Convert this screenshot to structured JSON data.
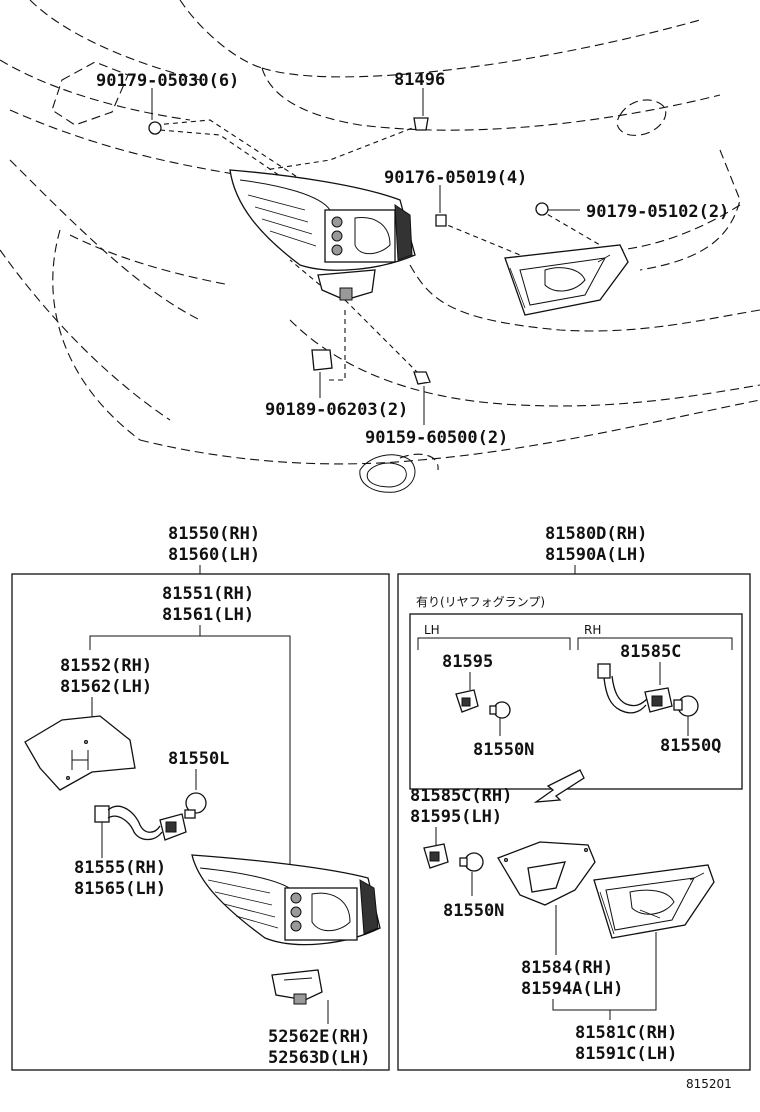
{
  "labels": {
    "p90179_05030": "90179-05030(6)",
    "p81496": "81496",
    "p90176_05019": "90176-05019(4)",
    "p90179_05102": "90179-05102(2)",
    "p90189_06203": "90189-06203(2)",
    "p90159_60500": "90159-60500(2)",
    "p81550": "81550(RH)",
    "p81560": "81560(LH)",
    "p81551": "81551(RH)",
    "p81561": "81561(LH)",
    "p81552": "81552(RH)",
    "p81562": "81562(LH)",
    "p81550L": "81550L",
    "p81555": "81555(RH)",
    "p81565": "81565(LH)",
    "p52562E": "52562E(RH)",
    "p52563D": "52563D(LH)",
    "p81580D": "81580D(RH)",
    "p81590A": "81590A(LH)",
    "fog_note": "有り(リヤフォグランプ)",
    "side_lh": "LH",
    "side_rh": "RH",
    "p81595_top": "81595",
    "p81585C_top": "81585C",
    "p81550N_top": "81550N",
    "p81550Q": "81550Q",
    "p81585C": "81585C(RH)",
    "p81595": "81595(LH)",
    "p81550N": "81550N",
    "p81584": "81584(RH)",
    "p81594A": "81594A(LH)",
    "p81581C": "81581C(RH)",
    "p81591C": "81591C(LH)",
    "fig_no": "815201"
  }
}
